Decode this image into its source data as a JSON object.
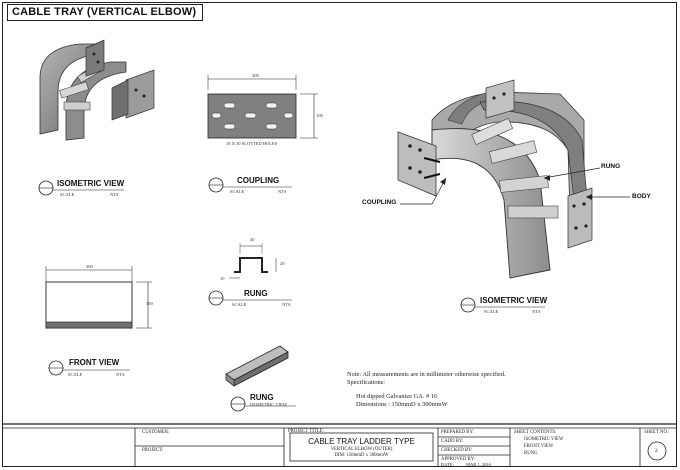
{
  "drawing": {
    "title": "CABLE TRAY (VERTICAL ELBOW)"
  },
  "views": {
    "iso_small": {
      "label": "ISOMETRIC VIEW",
      "scale": "SCALE",
      "nts": "NTS"
    },
    "coupling": {
      "label": "COUPLING",
      "scale": "SCALE",
      "nts": "NTS",
      "dim_w": "200",
      "dim_h": "100",
      "holes_note": "18 X 30 SLOTTED HOLES"
    },
    "front": {
      "label": "FRONT VIEW",
      "scale": "SCALE",
      "nts": "NTS",
      "dim_w": "300",
      "dim_h": "150"
    },
    "rung_section": {
      "label": "RUNG",
      "scale": "SCALE",
      "nts": "NTS",
      "dim_top": "40",
      "dim_side": "20",
      "dim_flange": "10"
    },
    "rung_iso": {
      "label": "RUNG",
      "sub": "ISOMETRIC VIEW"
    },
    "iso_large": {
      "label": "ISOMETRIC VIEW",
      "scale": "SCALE",
      "nts": "NTS",
      "callout_rung": "RUNG",
      "callout_body": "BODY",
      "callout_coupling": "COUPLING"
    }
  },
  "notes": {
    "line1": "Note: All measurements are in millimeter otherwise specified.",
    "line2": "Specifications:",
    "line3": "Hot dipped Galvanize GA. # 16",
    "line4": "Dimensions : 150mmD x 300mmW"
  },
  "title_block": {
    "customer_label": "CUSTOMER:",
    "project_label": "PROJECT:",
    "project_title_label": "PROJECT TITLE:",
    "main_title": "CABLE TRAY LADDER TYPE",
    "sub_title": "VERTICAL ELBOW (OUTER)",
    "sub_dims": "DIM: 150mmD x 300mmW",
    "prepared_by": "PREPARED BY:",
    "cadd_by": "CADD BY:",
    "checked_by": "CHECKED BY:",
    "approved_by": "APPROVED BY:",
    "date_label": "DATE:",
    "date_value": "MAR 1, 2016",
    "sheet_contents_label": "SHEET CONTENTS:",
    "contents": [
      "ISOMETRIC VIEW",
      "FRONT VIEW",
      "RUNG"
    ],
    "sheet_no_label": "SHEET NO.:",
    "sheet_no": "2"
  },
  "colors": {
    "metal_dark": "#6e6e6e",
    "metal_mid": "#9a9a9a",
    "metal_light": "#c9c9c9",
    "line": "#222222"
  }
}
